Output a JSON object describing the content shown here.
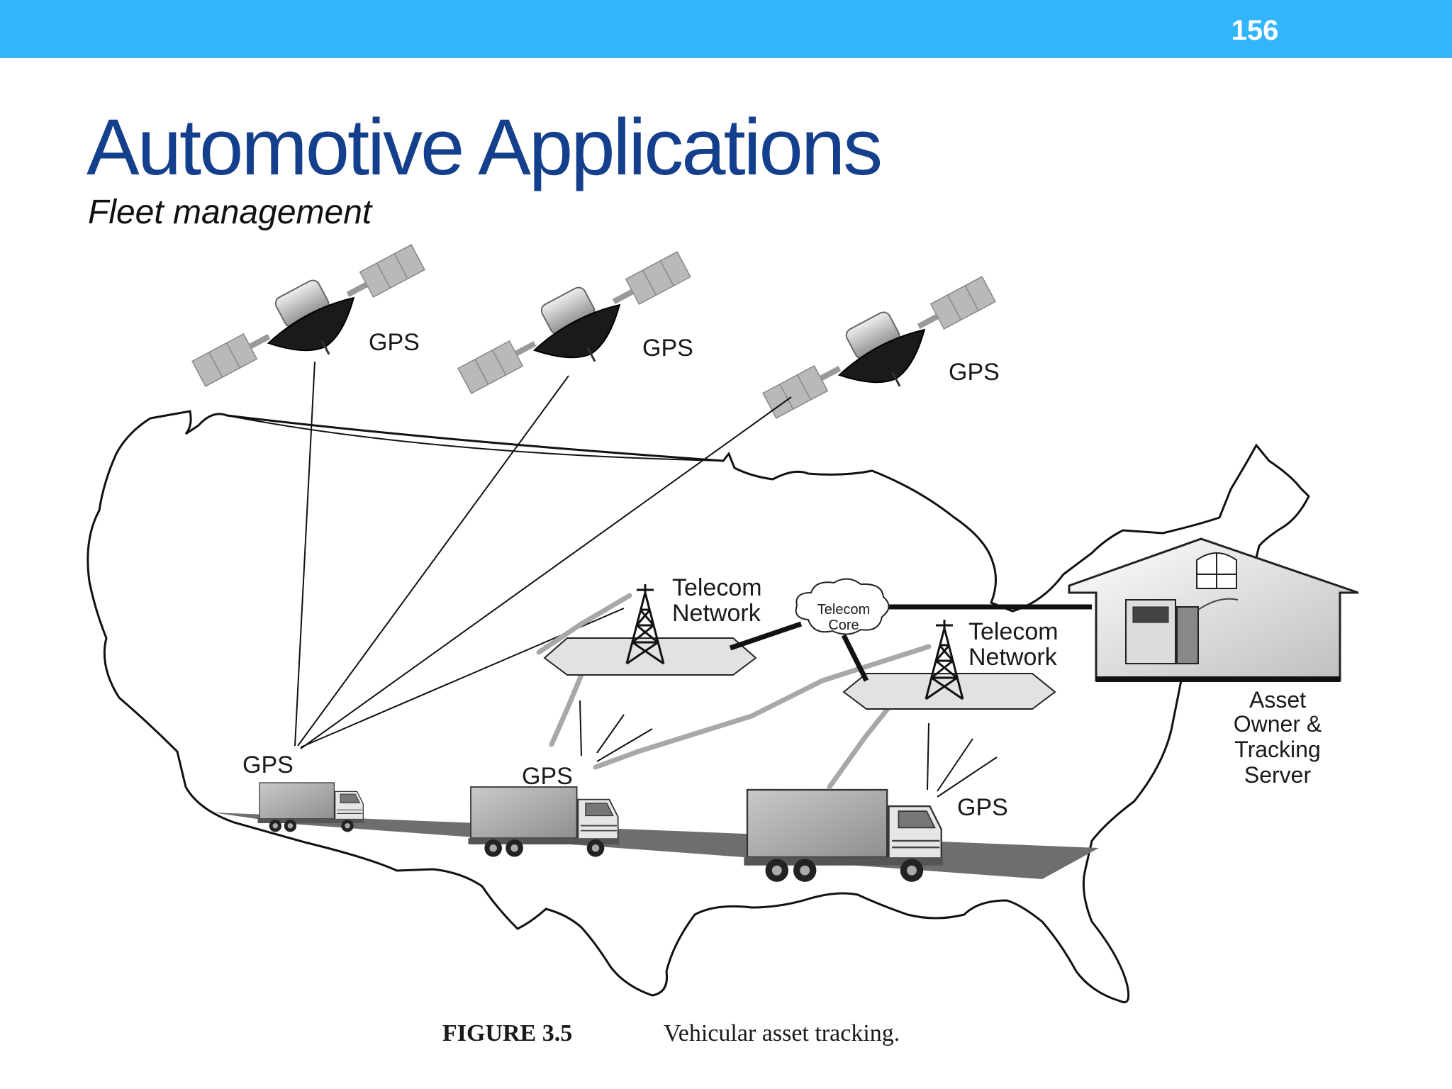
{
  "slide": {
    "page_number": "156",
    "title": "Automotive Applications",
    "subtitle": "Fleet management"
  },
  "figure": {
    "satellite_labels": [
      "GPS",
      "GPS",
      "GPS"
    ],
    "truck_labels": [
      "GPS",
      "GPS",
      "GPS"
    ],
    "tower_left_label": [
      "Telecom",
      "Network"
    ],
    "tower_right_label": [
      "Telecom",
      "Network"
    ],
    "core_label": [
      "Telecom",
      "Core"
    ],
    "server_label": [
      "Asset",
      "Owner &",
      "Tracking",
      "Server"
    ],
    "caption_number": "FIGURE 3.5",
    "caption_text": "Vehicular asset tracking."
  },
  "colors": {
    "header_bar": "#33b5fb",
    "title": "#143f8c",
    "road": "#6e6e6e"
  }
}
